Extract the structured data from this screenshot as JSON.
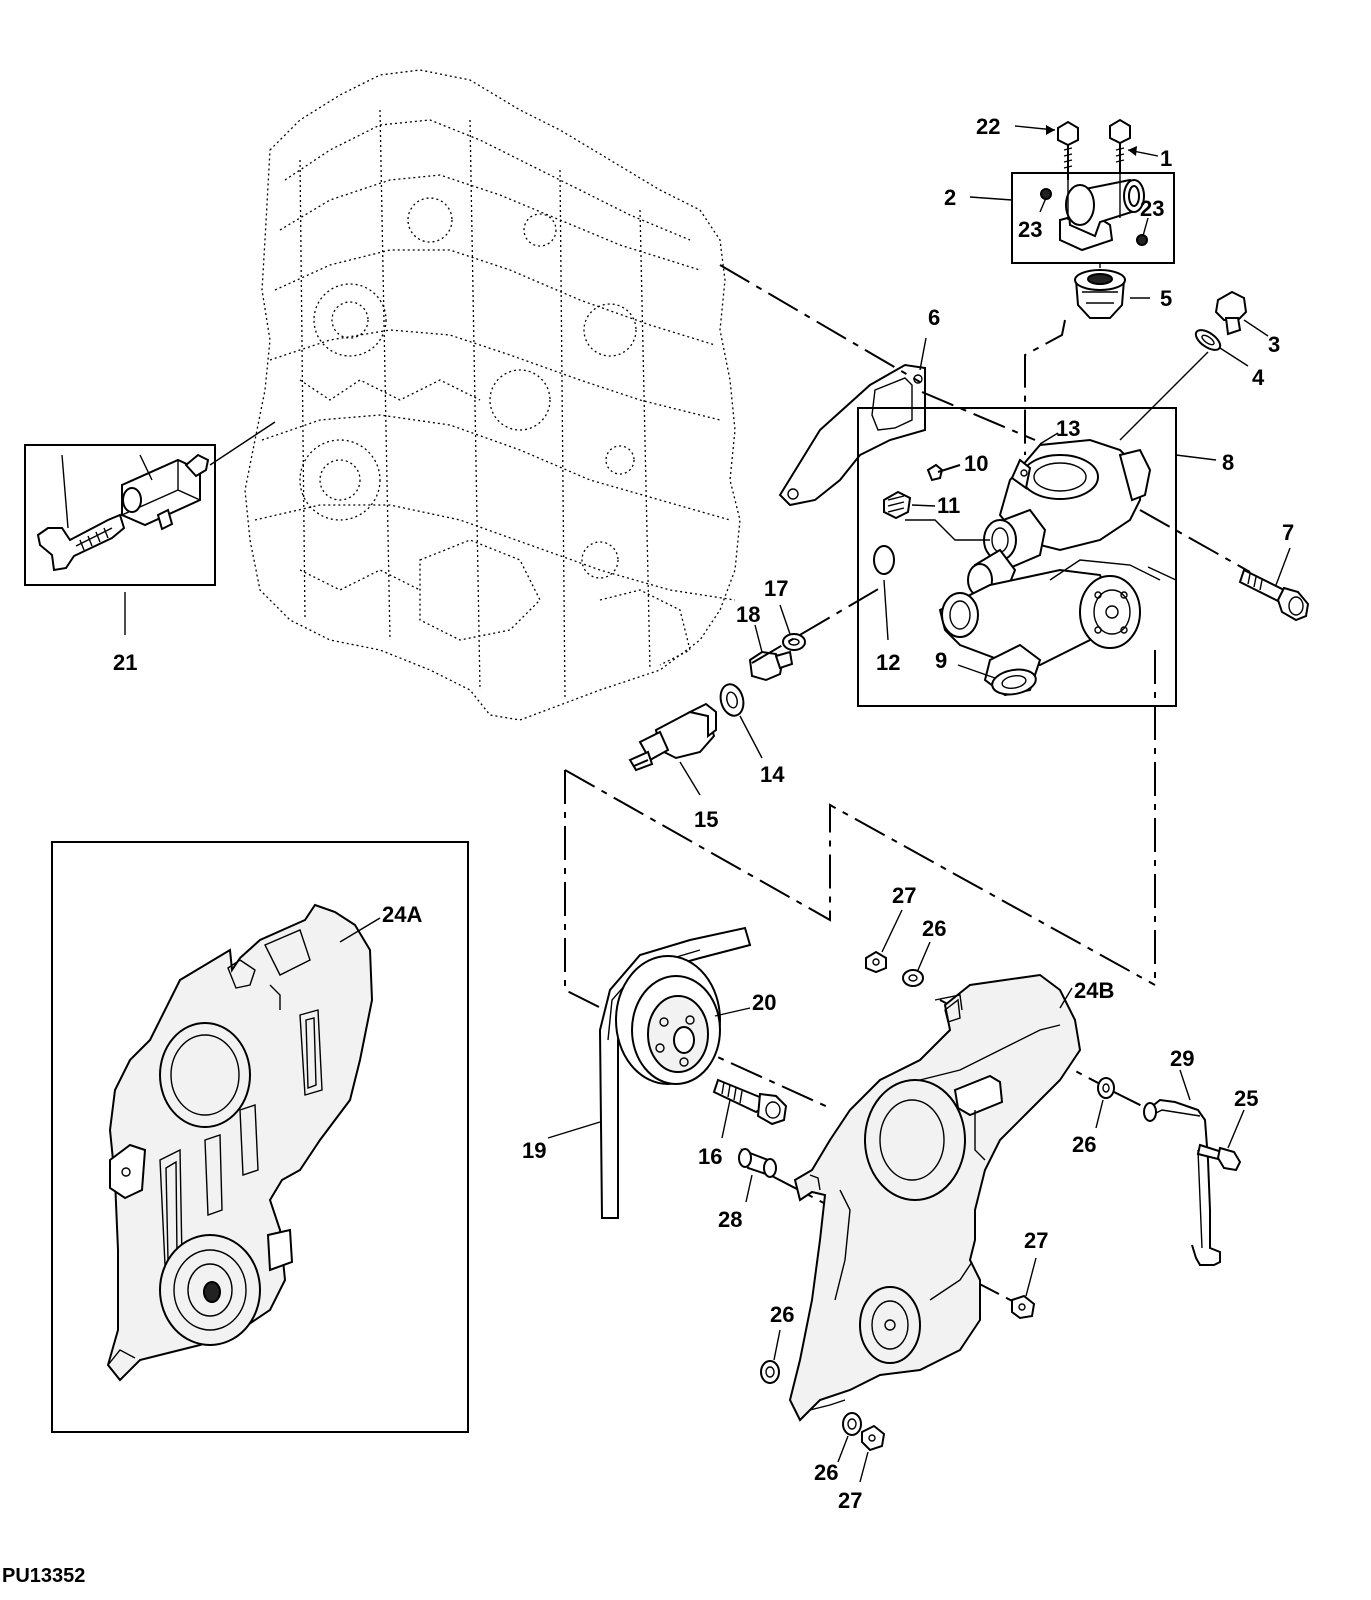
{
  "figure_id": "PU13352",
  "callouts": {
    "c1": "1",
    "c2": "2",
    "c3": "3",
    "c4": "4",
    "c5": "5",
    "c6": "6",
    "c7": "7",
    "c8": "8",
    "c9": "9",
    "c10": "10",
    "c11": "11",
    "c12": "12",
    "c13": "13",
    "c14": "14",
    "c15": "15",
    "c16": "16",
    "c17": "17",
    "c18": "18",
    "c19": "19",
    "c20": "20",
    "c21": "21",
    "c22": "22",
    "c23": "23",
    "c24a": "24A",
    "c24b": "24B",
    "c25": "25",
    "c26": "26",
    "c27": "27",
    "c28": "28",
    "c29": "29"
  }
}
